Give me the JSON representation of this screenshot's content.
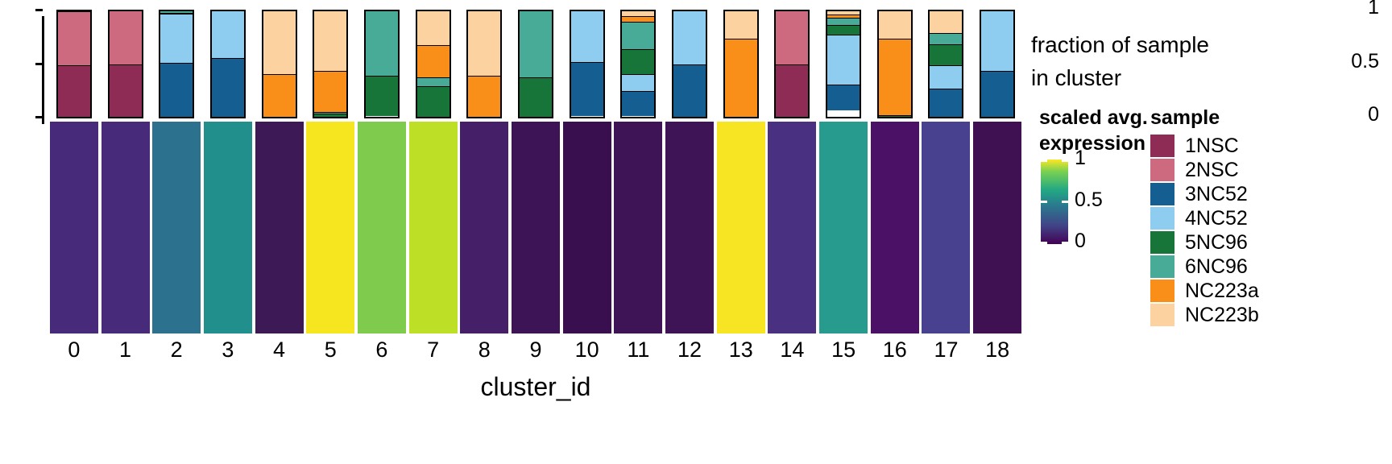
{
  "axis": {
    "y_ticks": [
      "1",
      "0.5",
      "0"
    ],
    "y_title_line1": "fraction of sample",
    "y_title_line2": "in cluster",
    "x_title": "cluster_id",
    "x_ticks": [
      "0",
      "1",
      "2",
      "3",
      "4",
      "5",
      "6",
      "7",
      "8",
      "9",
      "10",
      "11",
      "12",
      "13",
      "14",
      "15",
      "16",
      "17",
      "18"
    ]
  },
  "colorbar": {
    "title_line1": "scaled avg.",
    "title_line2": "expression",
    "ticks": [
      "1",
      "0.5",
      "0"
    ]
  },
  "legend": {
    "title": "sample",
    "items": [
      {
        "label": "1NSC",
        "color": "#8e2c55"
      },
      {
        "label": "2NSC",
        "color": "#cd6a7f"
      },
      {
        "label": "3NC52",
        "color": "#155e91"
      },
      {
        "label": "4NC52",
        "color": "#8ecdef"
      },
      {
        "label": "5NC96",
        "color": "#17753a"
      },
      {
        "label": "6NC96",
        "color": "#47ab97"
      },
      {
        "label": "NC223a",
        "color": "#f98f19"
      },
      {
        "label": "NC223b",
        "color": "#fcd2a1"
      }
    ]
  },
  "chart_data": {
    "type": "bar",
    "subtype": "stacked-proportion-plus-heatmap-row",
    "title": "",
    "xlabel": "cluster_id",
    "ylabel": "fraction of sample in cluster",
    "ylim": [
      0,
      1
    ],
    "grid": false,
    "legend_position": "right",
    "categories": [
      "0",
      "1",
      "2",
      "3",
      "4",
      "5",
      "6",
      "7",
      "8",
      "9",
      "10",
      "11",
      "12",
      "13",
      "14",
      "15",
      "16",
      "17",
      "18"
    ],
    "series_order": [
      "1NSC",
      "2NSC",
      "3NC52",
      "4NC52",
      "5NC96",
      "6NC96",
      "NC223a",
      "NC223b"
    ],
    "series": [
      {
        "name": "1NSC",
        "color": "#8e2c55",
        "values": [
          0.49,
          0.49,
          0.0,
          0.0,
          0.0,
          0.0,
          0.0,
          0.0,
          0.0,
          0.0,
          0.0,
          0.0,
          0.0,
          0.0,
          0.49,
          0.0,
          0.0,
          0.0,
          0.0
        ]
      },
      {
        "name": "2NSC",
        "color": "#cd6a7f",
        "values": [
          0.51,
          0.51,
          0.0,
          0.0,
          0.0,
          0.0,
          0.0,
          0.0,
          0.0,
          0.0,
          0.0,
          0.0,
          0.0,
          0.0,
          0.51,
          0.0,
          0.0,
          0.0,
          0.0
        ]
      },
      {
        "name": "3NC52",
        "color": "#155e91",
        "values": [
          0.0,
          0.0,
          0.5,
          0.55,
          0.0,
          0.0,
          0.0,
          0.0,
          0.0,
          0.0,
          0.5,
          0.23,
          0.49,
          0.0,
          0.0,
          0.24,
          0.0,
          0.26,
          0.43
        ]
      },
      {
        "name": "4NC52",
        "color": "#8ecdef",
        "values": [
          0.0,
          0.0,
          0.47,
          0.45,
          0.0,
          0.0,
          0.0,
          0.0,
          0.0,
          0.0,
          0.49,
          0.16,
          0.51,
          0.0,
          0.0,
          0.47,
          0.0,
          0.22,
          0.57
        ]
      },
      {
        "name": "5NC96",
        "color": "#17753a",
        "values": [
          0.01,
          0.0,
          0.01,
          0.0,
          0.0,
          0.02,
          0.37,
          0.28,
          0.0,
          0.37,
          0.0,
          0.23,
          0.0,
          0.0,
          0.0,
          0.09,
          0.01,
          0.2,
          0.0
        ]
      },
      {
        "name": "6NC96",
        "color": "#47ab97",
        "values": [
          0.0,
          0.0,
          0.02,
          0.0,
          0.0,
          0.02,
          0.62,
          0.09,
          0.0,
          0.63,
          0.0,
          0.26,
          0.0,
          0.0,
          0.0,
          0.07,
          0.0,
          0.11,
          0.0
        ]
      },
      {
        "name": "NC223a",
        "color": "#f98f19",
        "values": [
          0.0,
          0.0,
          0.0,
          0.0,
          0.4,
          0.39,
          0.0,
          0.3,
          0.38,
          0.0,
          0.0,
          0.06,
          0.0,
          0.73,
          0.0,
          0.03,
          0.72,
          0.0,
          0.0
        ]
      },
      {
        "name": "NC223b",
        "color": "#fcd2a1",
        "values": [
          0.0,
          0.0,
          0.0,
          0.0,
          0.6,
          0.57,
          0.0,
          0.33,
          0.62,
          0.0,
          0.0,
          0.05,
          0.0,
          0.27,
          0.0,
          0.04,
          0.27,
          0.21,
          0.0
        ]
      }
    ],
    "heatmap_row": {
      "name": "scaled avg. expression",
      "vmin": 0,
      "vmax": 1,
      "colormap": "viridis",
      "values": [
        0.28,
        0.28,
        0.52,
        0.58,
        0.13,
        0.97,
        0.83,
        0.88,
        0.26,
        0.17,
        0.11,
        0.12,
        0.12,
        0.97,
        0.27,
        0.6,
        0.13,
        0.33,
        0.1
      ],
      "colors": [
        "#472a79",
        "#472a79",
        "#2c718e",
        "#21908d",
        "#3d1a56",
        "#f5e61f",
        "#7fcb4d",
        "#bddf26",
        "#451f68",
        "#3d1455",
        "#3a0f50",
        "#3e1456",
        "#3e1456",
        "#f7e422",
        "#4a3080",
        "#279b8e",
        "#4a1166",
        "#47418f",
        "#3f1152"
      ]
    }
  }
}
